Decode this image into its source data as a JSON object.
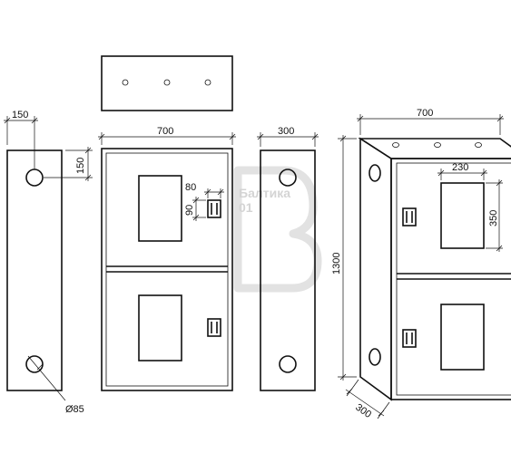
{
  "watermark": {
    "line1": "Балтика",
    "line2": "01"
  },
  "dimensions": {
    "side_top_offset": "150",
    "side_hole_offset": "150",
    "hole_diameter": "Ø85",
    "front_width": "700",
    "lock_width": "80",
    "lock_height": "90",
    "depth_width": "300",
    "iso_width": "700",
    "iso_window_width": "230",
    "iso_window_height": "350",
    "iso_height": "1300",
    "iso_depth": "300"
  }
}
